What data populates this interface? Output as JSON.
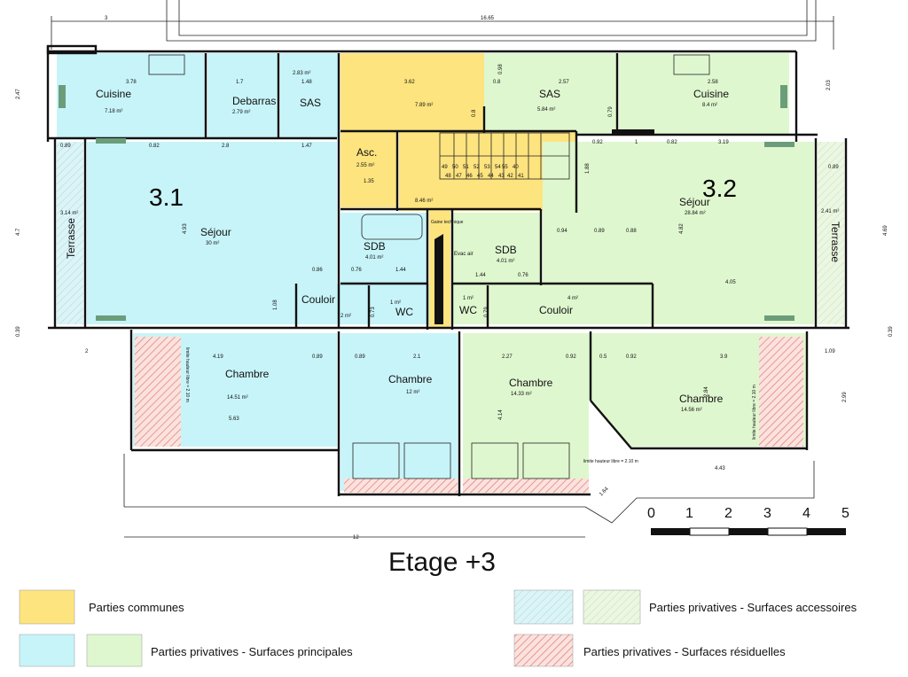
{
  "colors": {
    "communes": "#fde47f",
    "privatives_principales_31": "#c7f4f9",
    "privatives_principales_32": "#dff7cf",
    "accessoires_31": "#cdeff3",
    "accessoires_32": "#e3f3d8",
    "residuelles": "#f0b4b0",
    "wall": "#111111"
  },
  "title": "Etage +3",
  "apartments": {
    "a": "3.1",
    "b": "3.2"
  },
  "rooms": {
    "cuisine_a": "Cuisine",
    "cuisine_a_area": "7.18 m²",
    "debarras": "Debarras",
    "debarras_area": "2.79 m²",
    "sas_a": "SAS",
    "sas_a_area": "2.83 m²",
    "hall_area": "7.89 m²",
    "sas_b": "SAS",
    "sas_b_area": "5.84 m²",
    "cuisine_b": "Cuisine",
    "cuisine_b_area": "8.4 m²",
    "terrasse_a": "Terrasse",
    "terrasse_a_area": "3.14 m²",
    "sejour_a": "Séjour",
    "sejour_a_area": "30 m²",
    "asc": "Asc.",
    "asc_area": "2.55 m²",
    "stair_area": "8.46 m²",
    "gaine": "Gaine technique",
    "sejour_b": "Séjour",
    "sejour_b_area": "28.84 m²",
    "terrasse_b": "Terrasse",
    "terrasse_b_area": "2.41 m²",
    "sdb_a": "SDB",
    "sdb_a_area": "4.01 m²",
    "sdb_b": "SDB",
    "sdb_b_area": "4.01 m²",
    "evac": "Evac air",
    "couloir_a": "Couloir",
    "couloir_a_area": "2 m²",
    "wc_a": "WC",
    "wc_a_area": "1 m²",
    "wc_b": "WC",
    "wc_b_area": "1 m²",
    "couloir_b": "Couloir",
    "couloir_b_area": "4 m²",
    "chambre_1": "Chambre",
    "chambre_1_area": "14.51 m²",
    "chambre_2": "Chambre",
    "chambre_2_area": "12 m²",
    "chambre_3": "Chambre",
    "chambre_3_area": "14.33 m²",
    "chambre_4": "Chambre",
    "chambre_4_area": "14.56 m²",
    "limite_1": "limite hauteur libre = 2.10 m",
    "limite_2": "limite hauteur libre = 2.10 m",
    "limite_3": "limite hauteur libre = 2.10 m"
  },
  "dimensions": {
    "top_3": "3",
    "top_1665": "16.65",
    "d378": "3.78",
    "d17": "1.7",
    "d148": "1.48",
    "d362": "3.62",
    "d08a": "0.8",
    "d257": "2.57",
    "d258": "2.58",
    "d098": "0.98",
    "d08b": "0.8",
    "d079": "0.79",
    "d247": "2.47",
    "d203": "2.03",
    "d089a": "0.89",
    "d082a": "0.82",
    "d28": "2.8",
    "d147": "1.47",
    "d092a": "0.92",
    "d1": "1",
    "d082b": "0.82",
    "d319": "3.19",
    "d089b": "0.89",
    "d47": "4.7",
    "d469": "4.69",
    "d493": "4.93",
    "d482": "4.82",
    "d135": "1.35",
    "d188": "1.88",
    "s49": "49",
    "s50": "50",
    "s51": "51",
    "s52": "52",
    "s53": "53",
    "s54": "54",
    "s55": "55",
    "s40": "40",
    "s48": "48",
    "s47": "47",
    "s46": "46",
    "s45": "45",
    "s44": "44",
    "s43": "43",
    "s42": "42",
    "s41": "41",
    "d094": "0.94",
    "d089c": "0.89",
    "d088": "0.88",
    "d086": "0.86",
    "d076a": "0.76",
    "d144a": "1.44",
    "d144b": "1.44",
    "d076b": "0.76",
    "d405": "4.05",
    "d108": "1.08",
    "d073": "0.73",
    "d079b": "0.79",
    "d039a": "0.39",
    "d039b": "0.39",
    "d2": "2",
    "d109": "1.09",
    "d419": "4.19",
    "d089d": "0.89",
    "d089e": "0.89",
    "d21": "2.1",
    "d227": "2.27",
    "d092b": "0.92",
    "d05": "0.5",
    "d092c": "0.92",
    "d39": "3.9",
    "d563": "5.63",
    "d414": "4.14",
    "d284": "2.84",
    "d299": "2.99",
    "d443": "4.43",
    "d164": "1.64",
    "d12": "12"
  },
  "scale": {
    "ticks": [
      "0",
      "1",
      "2",
      "3",
      "4",
      "5"
    ]
  },
  "legend": {
    "communes": "Parties communes",
    "principales": "Parties privatives - Surfaces principales",
    "accessoires": "Parties privatives - Surfaces accessoires",
    "residuelles": "Parties privatives - Surfaces résiduelles"
  }
}
